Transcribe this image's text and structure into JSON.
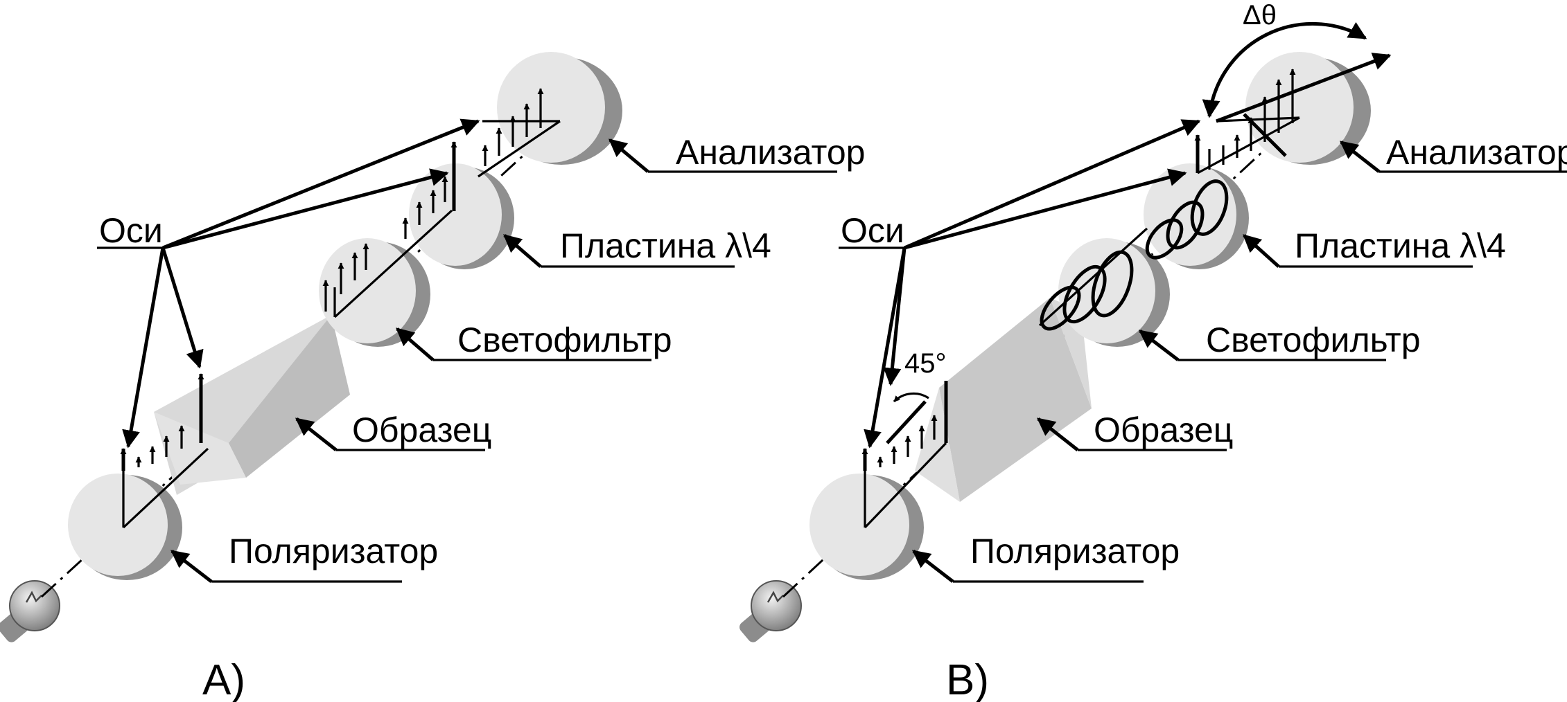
{
  "panels": [
    {
      "id": "A",
      "caption": "A)",
      "labels": {
        "axes": "Оси",
        "analyzer": "Анализатор",
        "plate": "Пластина",
        "plate_symbol": "λ\\4",
        "filter": "Светофильтр",
        "sample": "Образец",
        "polarizer": "Поляризатор"
      }
    },
    {
      "id": "B",
      "caption": "B)",
      "labels": {
        "axes": "Оси",
        "analyzer": "Анализатор",
        "plate": "Пластина",
        "plate_symbol": "λ\\4",
        "filter": "Светофильтр",
        "sample": "Образец",
        "polarizer": "Поляризатор",
        "angle": "45°",
        "rotation": "Δθ"
      }
    }
  ],
  "colors": {
    "lens_face": "#e6e6e6",
    "lens_rim": "#8f8f8f",
    "sample_light": "#d9d9d9",
    "sample_dark": "#bdbdbd",
    "lines": "#000000"
  },
  "icons": [
    "light-bulb-icon"
  ]
}
